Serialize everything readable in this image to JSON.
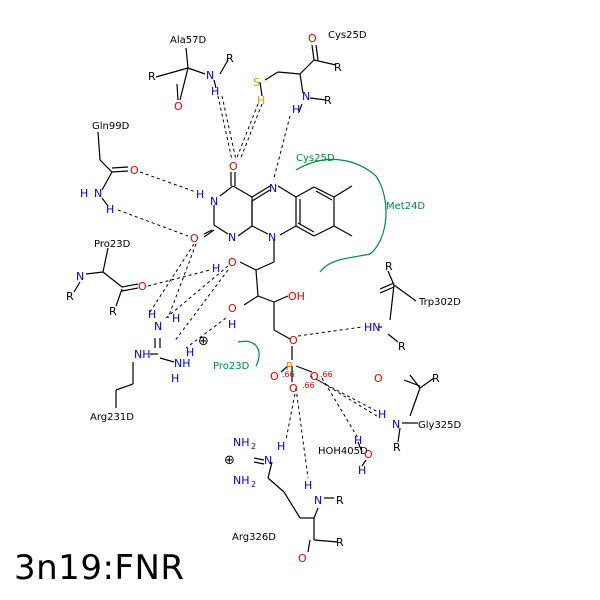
{
  "title": "3n19:FNR",
  "residues": {
    "ala57": "Ala57D",
    "cys25_top": "Cys25D",
    "gln99": "Gln99D",
    "cys25_arc": "Cys25D",
    "met24": "Met24D",
    "pro23_left": "Pro23D",
    "pro23_arc": "Pro23D",
    "trp302": "Trp302D",
    "arg231": "Arg231D",
    "gly325": "Gly325D",
    "hoh405": "HOH405D",
    "arg326": "Arg326D"
  },
  "atoms": {
    "R": "R",
    "O": "O",
    "N": "N",
    "H": "H",
    "S": "S",
    "P": "P",
    "HN": "HN",
    "NH": "NH",
    "OH": "OH",
    "NH2": "NH",
    "sub2": "2",
    "charge": ".66",
    "plus": "⊕"
  },
  "colors": {
    "carbon": "#000000",
    "oxygen": "#e00000",
    "nitrogen": "#0000d0",
    "sulfur": "#d0a000",
    "phosphorus": "#ff8000",
    "hydrophobic_arc": "#008a3a",
    "hbond": "#000000"
  }
}
